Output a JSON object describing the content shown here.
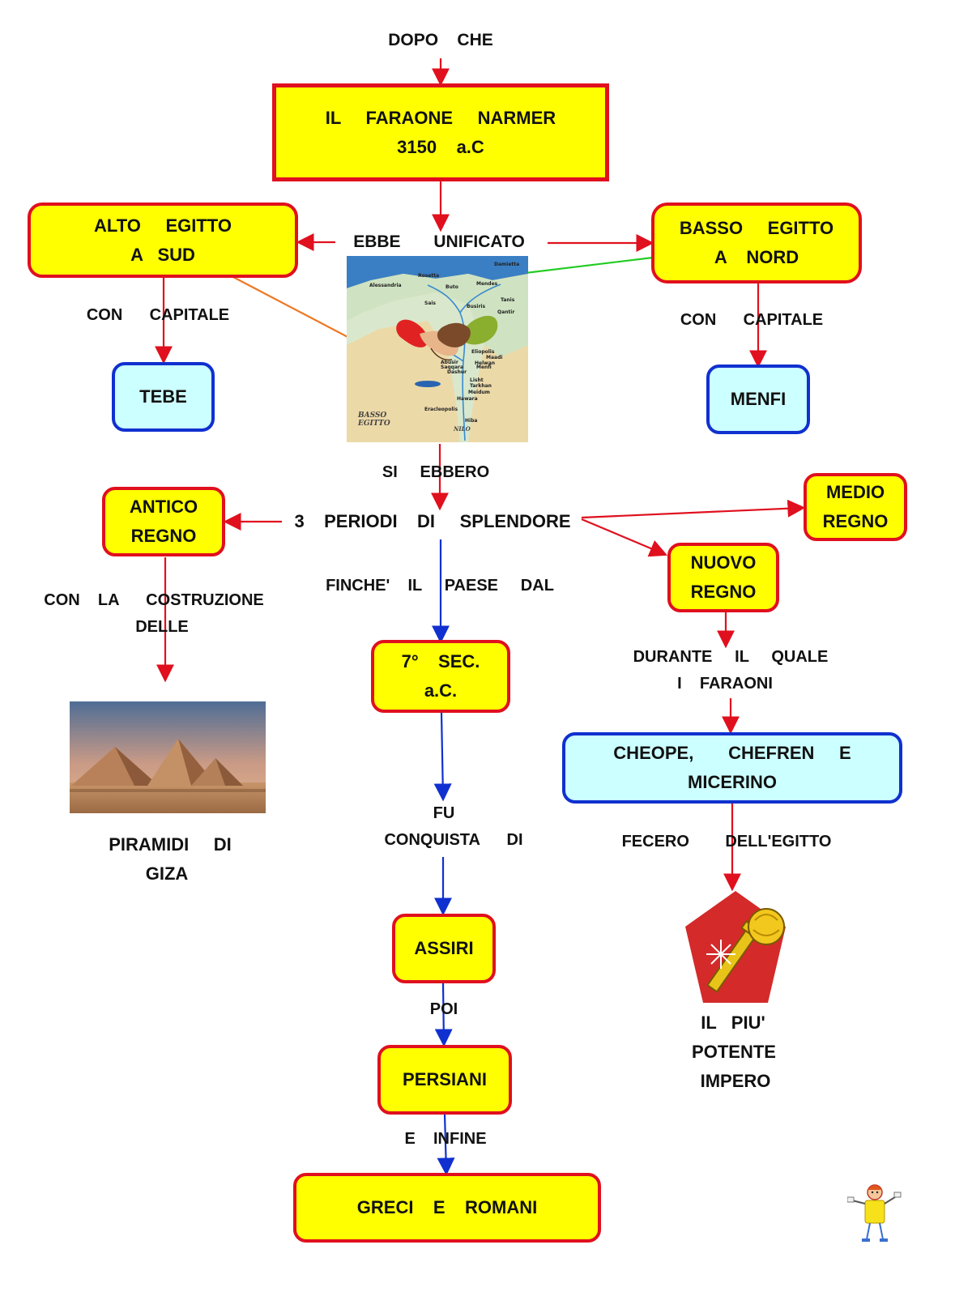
{
  "nodes": {
    "dopo_che": "DOPO    CHE",
    "narmer_l1": "IL     FARAONE     NARMER",
    "narmer_l2": "3150    a.C",
    "alto_l1": "ALTO     EGITTO",
    "alto_l2": "A   SUD",
    "basso_l1": "BASSO     EGITTO",
    "basso_l2": "A    NORD",
    "ebbe_unificato": "EBBE       UNIFICATO",
    "con_capitale_left": "CON      CAPITALE",
    "con_capitale_right": "CON      CAPITALE",
    "tebe": "TEBE",
    "menfi": "MENFI",
    "si_ebbero": "SI     EBBERO",
    "tre_periodi": "3    PERIODI    DI     SPLENDORE",
    "antico_l1": "ANTICO",
    "antico_l2": "REGNO",
    "medio_l1": "MEDIO",
    "medio_l2": "REGNO",
    "nuovo_l1": "NUOVO",
    "nuovo_l2": "REGNO",
    "con_la_costruzione": "CON    LA      COSTRUZIONE",
    "delle": "DELLE",
    "finche": "FINCHE'    IL     PAESE     DAL",
    "sec_l1": "7°    SEC.",
    "sec_l2": "a.C.",
    "durante": "DURANTE     IL     QUALE",
    "i_faraoni": "I    FARAONI",
    "faraoni_l1": "CHEOPE,       CHEFREN     E",
    "faraoni_l2": "MICERINO",
    "piramidi_l1": "PIRAMIDI     DI",
    "piramidi_l2": "GIZA",
    "fu": "FU",
    "conquista_di": "CONQUISTA      DI",
    "fecero": "FECERO        DELL'EGITTO",
    "assiri": "ASSIRI",
    "poi": "POI",
    "persiani": "PERSIANI",
    "il_piu_l1": "IL   PIU'",
    "il_piu_l2": "POTENTE",
    "il_piu_l3": "IMPERO",
    "e_infine": "E    INFINE",
    "greci_romani": "GRECI    E    ROMANI"
  },
  "map_labels": {
    "basso": "BASSO",
    "egitto": "EGITTO",
    "nilo": "NILO",
    "cities": [
      "Damietta",
      "Rosetta",
      "Alessandria",
      "Buto",
      "Mendes",
      "Tanis",
      "Sais",
      "Busiris",
      "Qantir",
      "Eliopolis",
      "Abusir",
      "Saqqara",
      "Menfi",
      "Dashur",
      "Helwan",
      "Lisht",
      "Tarkhan",
      "Meidum",
      "Hawara",
      "Eracleopolis",
      "Hiba",
      "Maadi"
    ]
  },
  "colors": {
    "red_arrow": "#e0101e",
    "blue_arrow": "#1030d0",
    "green_arrow": "#22cc22",
    "orange_arrow": "#ee7722",
    "box_fill": "#ffff00",
    "cyan_fill": "#ccffff"
  },
  "icons": [
    "map-of-egypt",
    "handshake-icon",
    "pyramids-photo",
    "trophy-pentagon-icon",
    "mascot-logo"
  ]
}
